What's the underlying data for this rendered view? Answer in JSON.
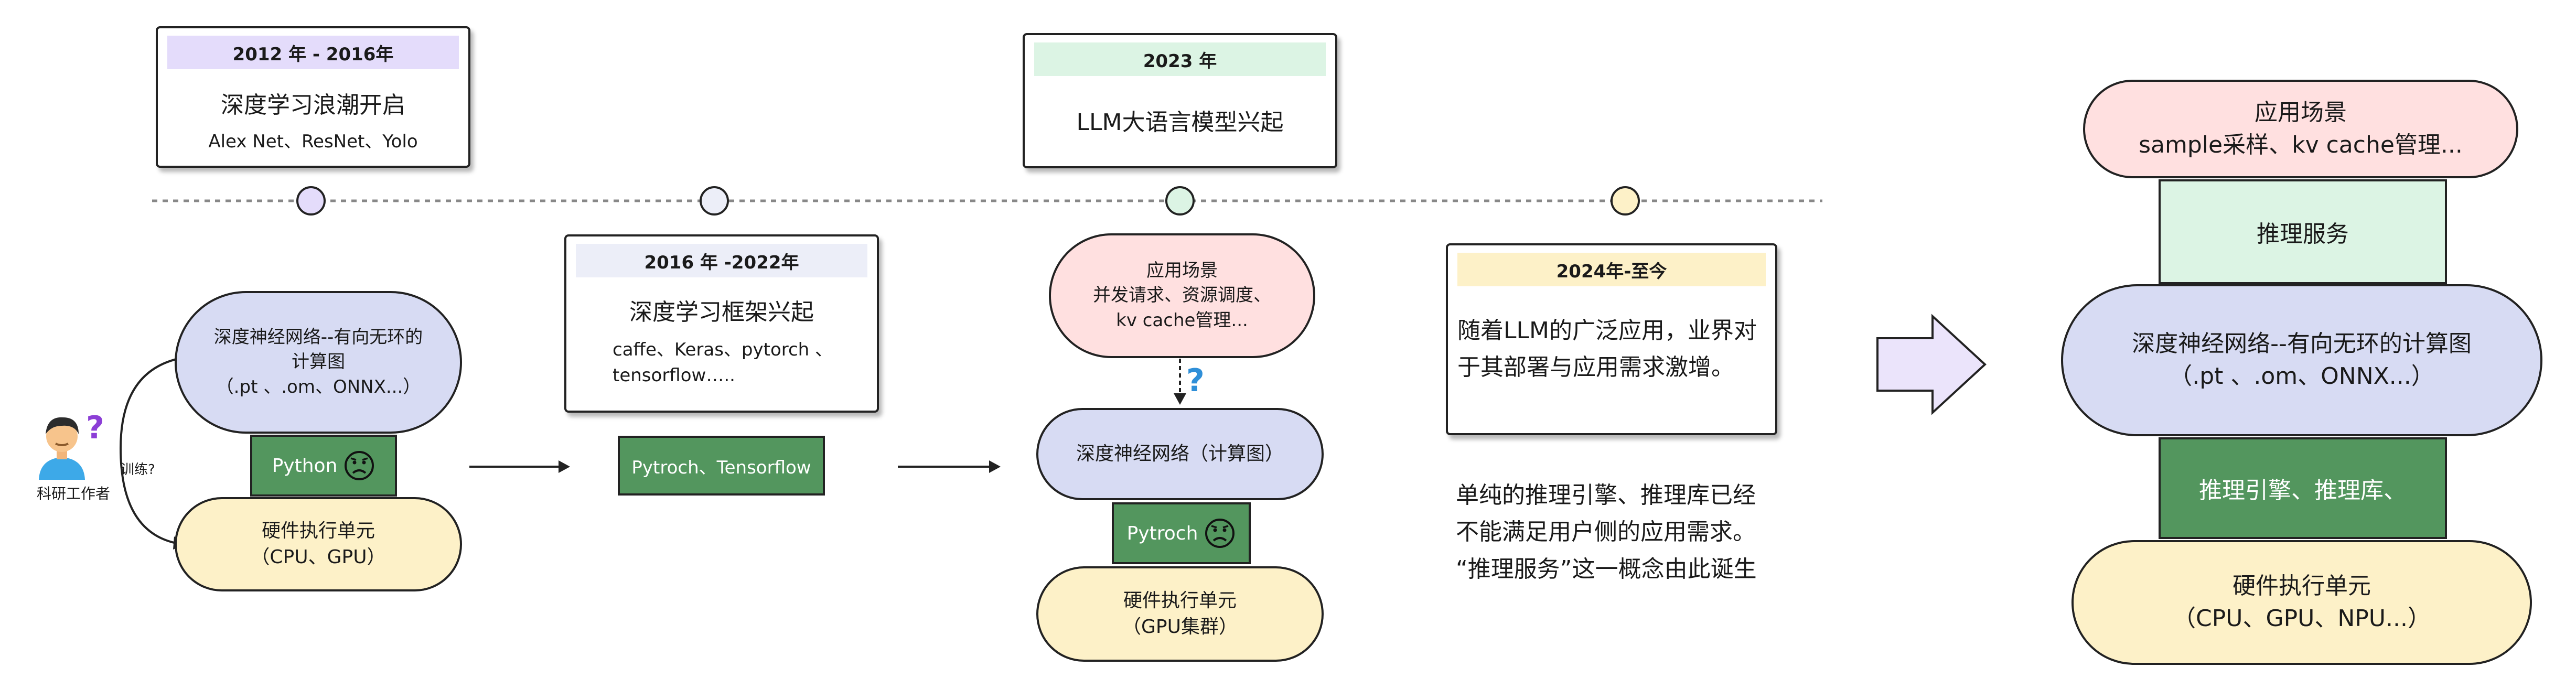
{
  "timeline": {
    "eras": [
      {
        "period": "2012 年 - 2016年",
        "title": "深度学习浪潮开启",
        "detail": "Alex Net、ResNet、Yolo"
      },
      {
        "period": "2016 年 -2022年",
        "title": "深度学习框架兴起",
        "detail_lines": [
          "caffe、Keras、pytorch 、",
          "tensorflow….."
        ]
      },
      {
        "period": "2023 年",
        "title": "LLM大语言模型兴起"
      },
      {
        "period": "2024年-至今",
        "body_lines": [
          "随着LLM的广泛应用，业界对",
          "于其部署与应用需求激增。"
        ]
      }
    ],
    "dot_colors": [
      "#e4dcfb",
      "#eceef8",
      "#dcf4e4",
      "#fdf1c8"
    ]
  },
  "stage1": {
    "dnn_lines": [
      "深度神经网络--有向无环的",
      "计算图",
      "（.pt 、.om、ONNX...）"
    ],
    "framework": "Python",
    "hardware_lines": [
      "硬件执行单元",
      "（CPU、GPU）"
    ],
    "researcher": "科研工作者",
    "train_label": "训练?"
  },
  "stage2": {
    "frameworks": "Pytroch、Tensorflow"
  },
  "stage3": {
    "app_lines": [
      "应用场景",
      "并发请求、资源调度、",
      "kv cache管理..."
    ],
    "dnn": "深度神经网络（计算图）",
    "framework": "Pytroch",
    "hardware_lines": [
      "硬件执行单元",
      "（GPU集群）"
    ]
  },
  "stage4": {
    "note_lines": [
      "单纯的推理引擎、推理库已经",
      "不能满足用户侧的应用需求。",
      "“推理服务”这一概念由此诞生"
    ]
  },
  "stack": {
    "app_lines": [
      "应用场景",
      "sample采样、kv cache管理..."
    ],
    "service": "推理服务",
    "dnn_lines": [
      "深度神经网络--有向无环的计算图",
      "（.pt 、.om、ONNX...）"
    ],
    "engine": "推理引擎、推理库、",
    "hardware_lines": [
      "硬件执行单元",
      "（CPU、GPU、NPU...）"
    ]
  },
  "colors": {
    "lavender_tag": "#e4dcfb",
    "blue_tag": "#eceef8",
    "mint_tag": "#dcf4e4",
    "cream_tag": "#fdf1c8",
    "green_block": "#53965e",
    "pink_pill": "#ffe0e0",
    "lavender_pill": "#d7dbf3",
    "cream_pill": "#fdf1c8",
    "arrow_fill": "#ebe4fb"
  }
}
